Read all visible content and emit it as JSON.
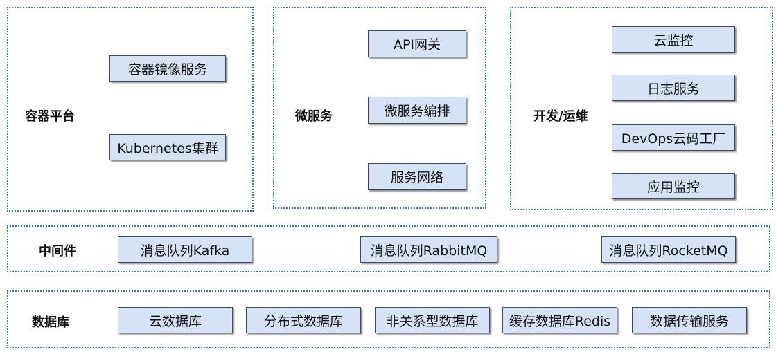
{
  "container_platform": {
    "label": "容器平台",
    "items": [
      "容器镜像服务",
      "Kubernetes集群"
    ]
  },
  "microservices": {
    "label": "微服务",
    "items": [
      "API网关",
      "微服务编排",
      "服务网络"
    ]
  },
  "devops": {
    "label": "开发/运维",
    "items": [
      "云监控",
      "日志服务",
      "DevOps云码工厂",
      "应用监控"
    ]
  },
  "middleware": {
    "label": "中间件",
    "items": [
      "消息队列Kafka",
      "消息队列RabbitMQ",
      "消息队列RocketMQ"
    ]
  },
  "database": {
    "label": "数据库",
    "items": [
      "云数据库",
      "分布式数据库",
      "非关系型数据库",
      "缓存数据库Redis",
      "数据传输服务"
    ]
  }
}
